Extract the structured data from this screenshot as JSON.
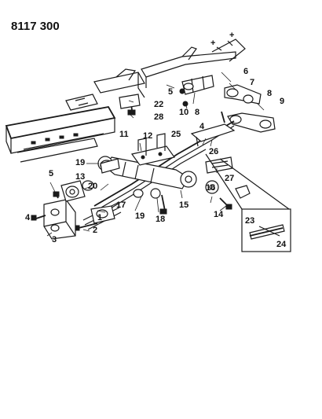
{
  "diagram": {
    "doc_id": "8117 300",
    "callouts": [
      {
        "id": "c1",
        "text": "1"
      },
      {
        "id": "c2",
        "text": "2"
      },
      {
        "id": "c3",
        "text": "3"
      },
      {
        "id": "c4a",
        "text": "4"
      },
      {
        "id": "c4b",
        "text": "4"
      },
      {
        "id": "c5a",
        "text": "5"
      },
      {
        "id": "c5b",
        "text": "5"
      },
      {
        "id": "c6",
        "text": "6"
      },
      {
        "id": "c7",
        "text": "7"
      },
      {
        "id": "c8a",
        "text": "8"
      },
      {
        "id": "c8b",
        "text": "8"
      },
      {
        "id": "c9",
        "text": "9"
      },
      {
        "id": "c10",
        "text": "10"
      },
      {
        "id": "c11",
        "text": "11"
      },
      {
        "id": "c12",
        "text": "12"
      },
      {
        "id": "c13",
        "text": "13"
      },
      {
        "id": "c14",
        "text": "14"
      },
      {
        "id": "c15",
        "text": "15"
      },
      {
        "id": "c16",
        "text": "16"
      },
      {
        "id": "c17",
        "text": "17"
      },
      {
        "id": "c18",
        "text": "18"
      },
      {
        "id": "c19a",
        "text": "19"
      },
      {
        "id": "c19b",
        "text": "19"
      },
      {
        "id": "c20",
        "text": "20"
      },
      {
        "id": "c22",
        "text": "22"
      },
      {
        "id": "c23",
        "text": "23"
      },
      {
        "id": "c24",
        "text": "24"
      },
      {
        "id": "c25",
        "text": "25"
      },
      {
        "id": "c26",
        "text": "26"
      },
      {
        "id": "c27",
        "text": "27"
      },
      {
        "id": "c28",
        "text": "28"
      }
    ]
  }
}
